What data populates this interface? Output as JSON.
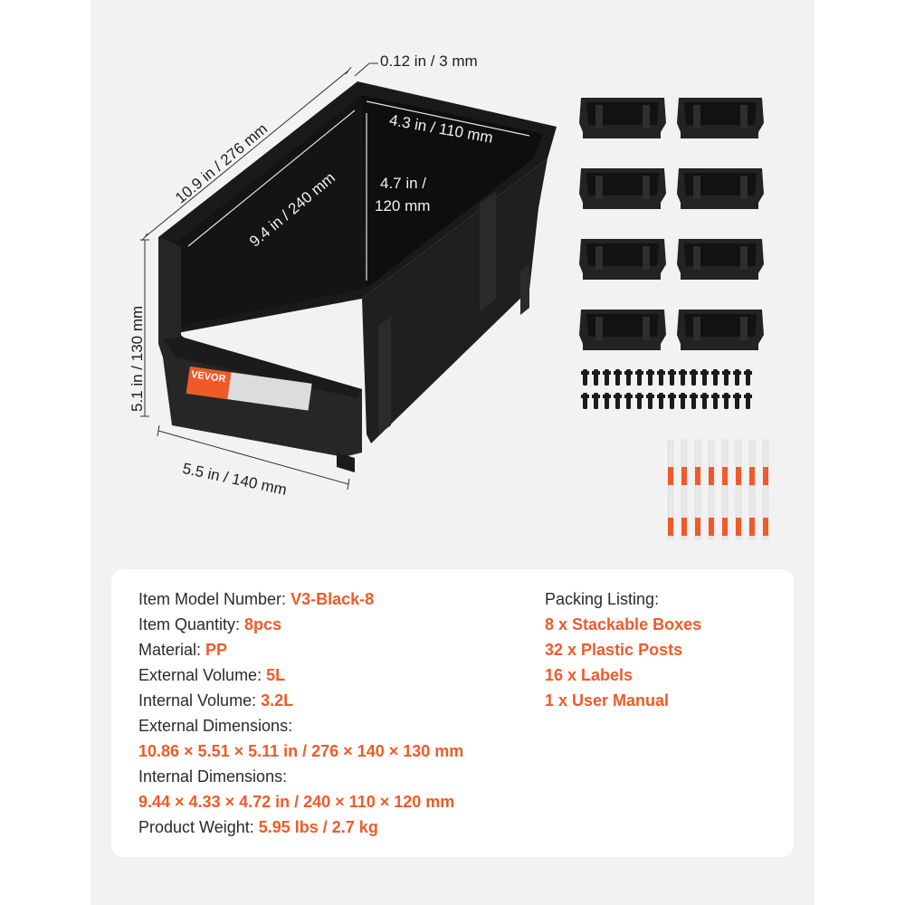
{
  "brand": {
    "logo_text": "VEVOR",
    "accent_color": "#f05a28"
  },
  "dimensions": {
    "wall_thickness": "0.12 in / 3 mm",
    "external_length": "10.9 in / 276 mm",
    "internal_length": "9.4 in / 240 mm",
    "internal_width": "4.3 in / 110 mm",
    "internal_height_line1": "4.7 in /",
    "internal_height_line2": "120 mm",
    "external_height": "5.1 in / 130 mm",
    "external_width": "5.5 in / 140 mm"
  },
  "accessories": {
    "box_count": 8,
    "post_count": 32,
    "label_count": 16,
    "label_logo": "VEVOR"
  },
  "specs": [
    {
      "label": "Item Model Number: ",
      "value": "V3-Black-8"
    },
    {
      "label": "Item Quantity: ",
      "value": "8pcs"
    },
    {
      "label": "Material: ",
      "value": "PP"
    },
    {
      "label": "External Volume: ",
      "value": "5L"
    },
    {
      "label": "Internal Volume: ",
      "value": "3.2L"
    },
    {
      "label": "External Dimensions:",
      "value": "10.86 × 5.51 × 5.11 in / 276 × 140 × 130 mm"
    },
    {
      "label": "Internal Dimensions:",
      "value": "9.44 × 4.33 × 4.72 in / 240 × 110 × 120 mm"
    },
    {
      "label": "Product Weight:  ",
      "value": "5.95 lbs / 2.7 kg"
    }
  ],
  "packing": {
    "title": "Packing Listing:",
    "items": [
      "8 x Stackable Boxes",
      "32 x Plastic Posts",
      "16 x Labels",
      "1 x User Manual"
    ]
  }
}
